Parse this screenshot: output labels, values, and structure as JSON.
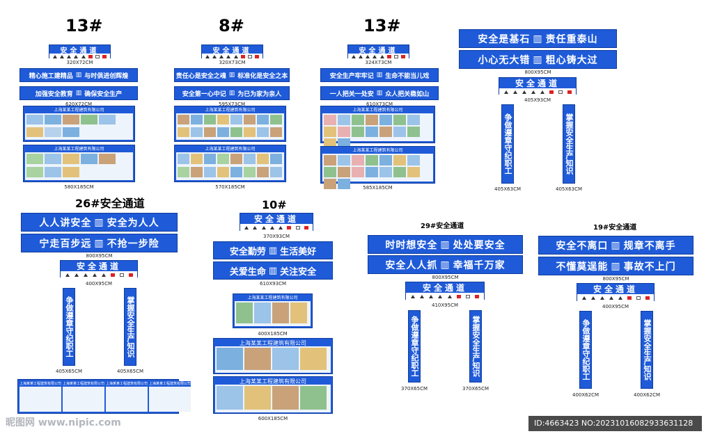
{
  "col1": {
    "title": "13#",
    "sign_label": "安全通道",
    "sign_dim": "320X72CM",
    "slogans": [
      "精心施工建精品",
      "与时俱进创辉煌",
      "加强安全教育",
      "确保安全生产"
    ],
    "slogan_dim": "620X72CM",
    "board_header": "上海某某工程建筑有限公司",
    "board_dim": "580X185CM"
  },
  "col2": {
    "title": "8#",
    "sign_label": "安全通道",
    "sign_dim": "320X73CM",
    "slogans": [
      "责任心是安全之魂",
      "标准化是安全之本",
      "安全第一心中记",
      "为已为家为亲人"
    ],
    "slogan_dim": "595X73CM",
    "board_header": "上海某某工程建筑有限公司",
    "board_dim": "570X185CM"
  },
  "col3": {
    "title": "13#",
    "sign_label": "安全通道",
    "sign_dim": "324X73CM",
    "slogans": [
      "安全生产牢牢记",
      "生命不能当儿戏",
      "一人把关一处安",
      "众人把关稳如山"
    ],
    "slogan_dim": "610X73CM",
    "board_header": "上海某某工程建筑有限公司",
    "board_dim": "585X185CM"
  },
  "col4": {
    "slogans": [
      "安全是基石",
      "责任重泰山",
      "小心无大错",
      "粗心铸大过"
    ],
    "slogan_dim": "800X95CM",
    "sign_label": "安全通道",
    "sign_dim": "405X93CM",
    "vertical_left": "争做遵章守纪职工",
    "vertical_right": "掌握安全生产知识",
    "vertical_dim_left": "405X63CM",
    "vertical_dim_right": "405X63CM"
  },
  "col5": {
    "title": "26#安全通道",
    "slogans": [
      "人人讲安全",
      "安全为人人",
      "宁走百步远",
      "不抢一步险"
    ],
    "slogan_dim": "800X95CM",
    "sign_label": "安全通道",
    "sign_dim": "400X95CM",
    "vertical_left": "争做遵章守纪职工",
    "vertical_right": "掌握安全生产知识",
    "vertical_dim_left": "405X65CM",
    "vertical_dim_right": "405X65CM",
    "board_header": "上海某某工程建筑有限公司"
  },
  "col6": {
    "title": "10#",
    "sign_label": "安全通道",
    "sign_dim": "370X93CM",
    "slogans": [
      "安全勤劳",
      "生活美好",
      "关爱生命",
      "关注安全"
    ],
    "slogan_dim": "610X93CM",
    "board_header": "上海某某工程建筑有限公司",
    "board_dim_1": "400X185CM",
    "board_dim_2": "600X185CM"
  },
  "col7": {
    "title": "29#安全通道",
    "slogans": [
      "时时想安全",
      "处处要安全",
      "安全人人抓",
      "幸福千万家"
    ],
    "slogan_dim": "800X95CM",
    "sign_label": "安全通道",
    "sign_dim": "410X95CM",
    "vertical_left": "争做遵章守纪职工",
    "vertical_right": "掌握安全生产知识",
    "vertical_dim_left": "370X65CM",
    "vertical_dim_right": "370X65CM"
  },
  "col8": {
    "title": "19#安全通道",
    "slogans": [
      "安全不离口",
      "规章不离手",
      "不懂莫逞能",
      "事故不上门"
    ],
    "slogan_dim": "800X95CM",
    "sign_label": "安全通道",
    "sign_dim": "400X95CM",
    "vertical_left": "争做遵章守纪职工",
    "vertical_right": "掌握安全生产知识",
    "vertical_dim_left": "400X62CM",
    "vertical_dim_right": "400X62CM"
  },
  "footer": {
    "watermark": "昵图网 www.nipic.com",
    "id_text": "ID:4663423 NO:20231016082933631128"
  },
  "colors": {
    "banner_blue": "#1f5bd8",
    "banner_border": "#0e3c9e",
    "id_bar": "#4a4a4a"
  },
  "icons": {
    "slogan_divider": "hard-hat-icon",
    "sign_strip": "safety-symbol-icons"
  }
}
